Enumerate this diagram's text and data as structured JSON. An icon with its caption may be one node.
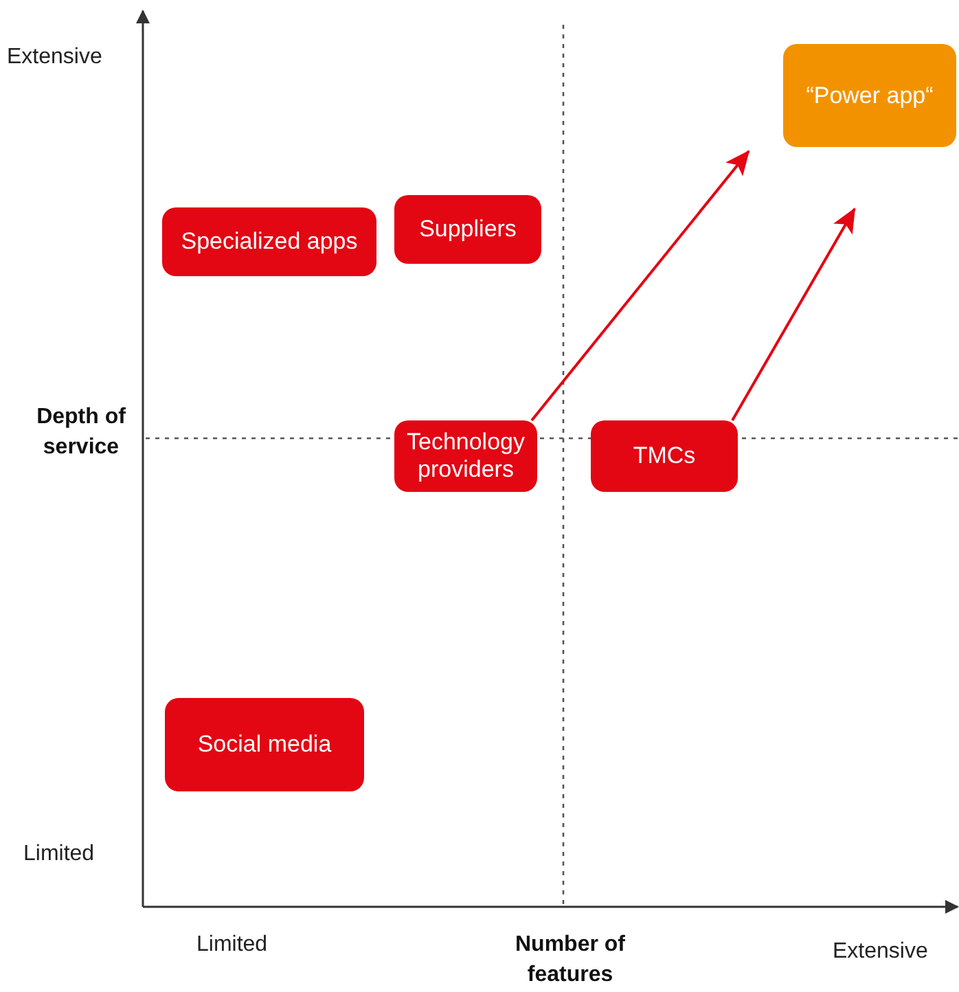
{
  "diagram": {
    "nodes": [
      {
        "text": [
          "“Power app“"
        ]
      },
      {
        "text": [
          "Specialized apps"
        ]
      },
      {
        "text": [
          "Suppliers"
        ]
      },
      {
        "text": [
          "Technology providers"
        ]
      },
      {
        "text": [
          "TMCs"
        ]
      },
      {
        "text": [
          "Social media"
        ]
      }
    ],
    "edges": [
      {
        "from": 3,
        "to": 0,
        "arrow": "to"
      },
      {
        "from": 4,
        "to": 0,
        "arrow": "to"
      }
    ],
    "labels": [
      "Extensive",
      "Depth of service",
      "Limited",
      "Limited",
      "Number of features",
      "Extensive"
    ]
  }
}
